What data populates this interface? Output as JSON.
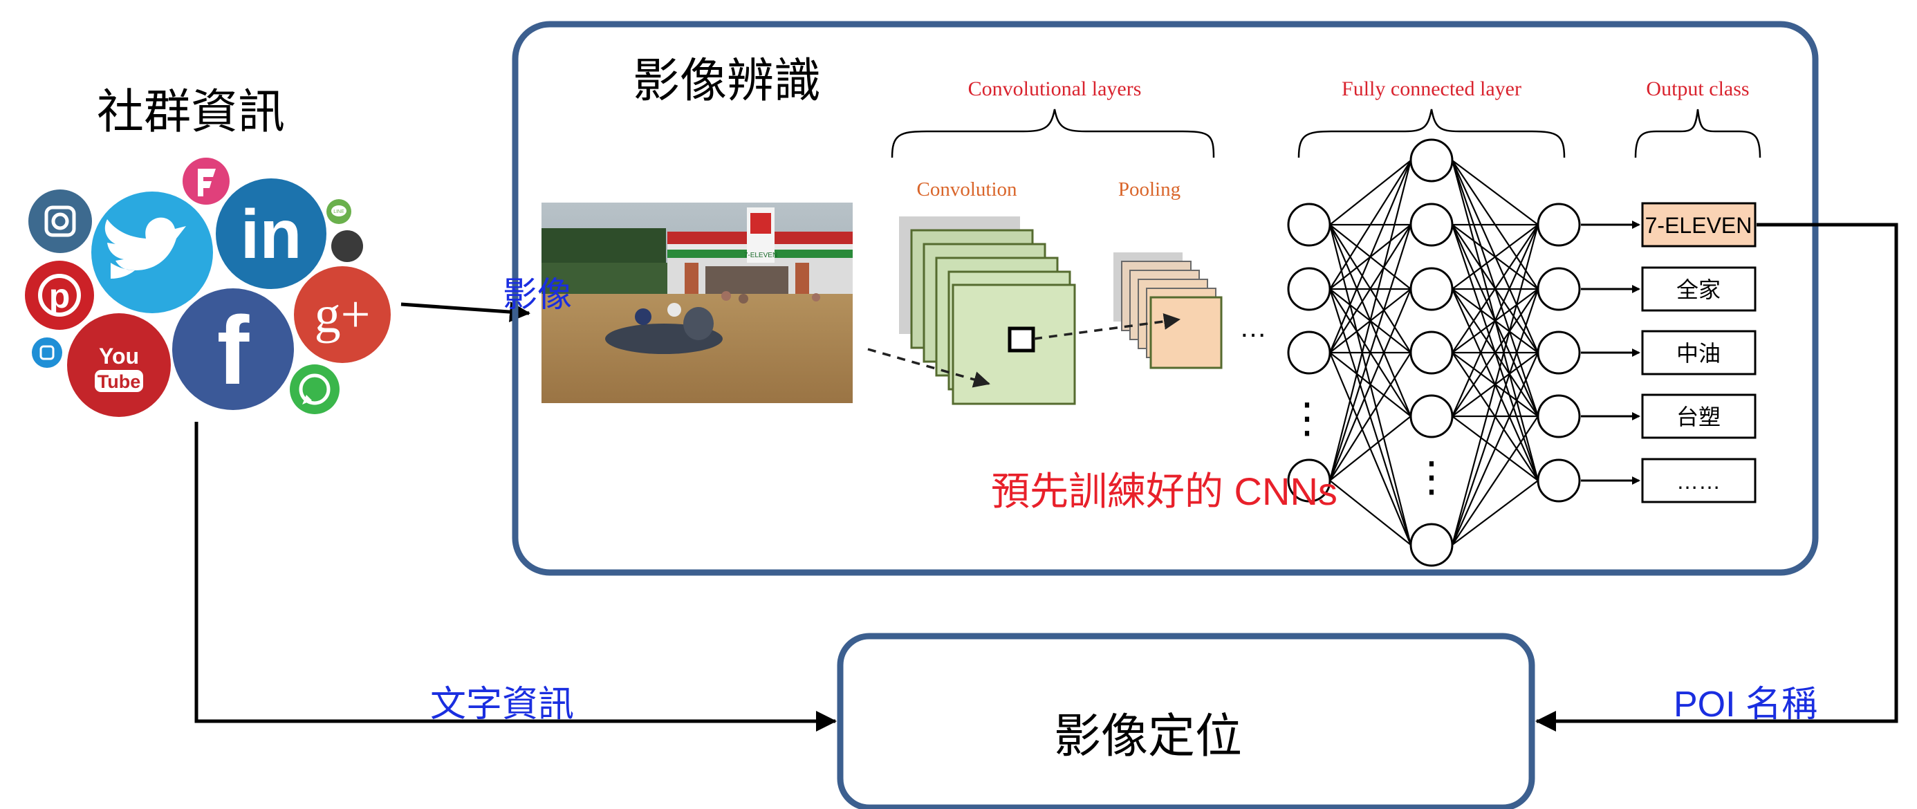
{
  "social": {
    "title": "社群資訊",
    "icons": [
      {
        "name": "instagram-icon",
        "color": "#3d6a8f"
      },
      {
        "name": "foursquare-icon",
        "color": "#e0407b"
      },
      {
        "name": "line-icon",
        "color": "#6ab04c"
      },
      {
        "name": "twitter-icon",
        "color": "#2aa9e0"
      },
      {
        "name": "linkedin-icon",
        "color": "#1c73ad"
      },
      {
        "name": "dot-icon",
        "color": "#3a3a3a"
      },
      {
        "name": "pinterest-icon",
        "color": "#cc2127"
      },
      {
        "name": "googleplus-icon",
        "color": "#d34536"
      },
      {
        "name": "youtube-icon",
        "color": "#c4252a"
      },
      {
        "name": "facebook-icon",
        "color": "#3b5998"
      },
      {
        "name": "whatsapp-icon",
        "color": "#3ab64b"
      },
      {
        "name": "small-blue-icon",
        "color": "#1f8fd6"
      }
    ],
    "icon_text": {
      "youtube_top": "You",
      "youtube_bottom": "Tube",
      "linkedin": "in",
      "facebook": "f",
      "googleplus": "g+",
      "line": "LINE"
    }
  },
  "recognition": {
    "title": "影像辨識",
    "input_label": "影像",
    "conv_header": "Convolutional layers",
    "convolution_label": "Convolution",
    "pooling_label": "Pooling",
    "fc_header": "Fully connected layer",
    "output_header": "Output class",
    "ellipsis": "…",
    "vdots": "⋮",
    "pretrained_label": "預先訓練好的 CNNs",
    "photo_sign": "7-ELEVEN",
    "outputs": [
      "7-ELEVEN",
      "全家",
      "中油",
      "台塑",
      "……"
    ]
  },
  "localization": {
    "title": "影像定位",
    "text_info_label": "文字資訊",
    "poi_label": "POI 名稱"
  },
  "colors": {
    "frame": "#3c5f8f",
    "red_text": "#e8202a",
    "header_red": "#d9232e",
    "orange_text": "#d9652a",
    "blue_text": "#1a2ee0",
    "conv_fill": "#d5e6bd",
    "conv_stroke": "#556b2f",
    "pool_fill": "#f8d3b0",
    "highlight_fill": "#fad3b4"
  }
}
